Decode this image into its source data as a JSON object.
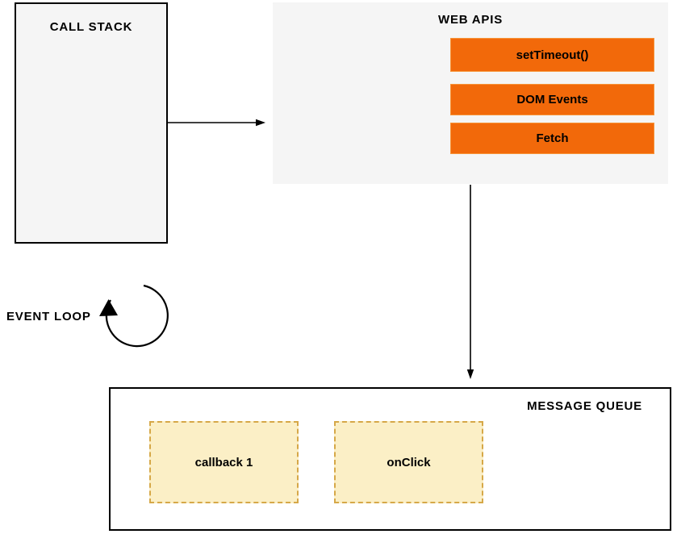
{
  "diagram": {
    "call_stack": {
      "title": "CALL STACK"
    },
    "web_apis": {
      "title": "WEB APIS",
      "items": [
        {
          "label": "setTimeout()"
        },
        {
          "label": "DOM Events"
        },
        {
          "label": "Fetch"
        }
      ]
    },
    "event_loop": {
      "label": "EVENT LOOP"
    },
    "message_queue": {
      "title": "MESSAGE QUEUE",
      "items": [
        {
          "label": "callback 1"
        },
        {
          "label": "onClick"
        }
      ]
    },
    "icons": [
      {
        "name": "right-arrow",
        "meaning": "call stack to web apis flow"
      },
      {
        "name": "down-arrow",
        "meaning": "web apis to message queue flow"
      },
      {
        "name": "circular-arrow",
        "meaning": "event loop cycle"
      }
    ]
  },
  "colors": {
    "api-fill": "#F2690A",
    "api-stroke": "#F79438",
    "panel-fill": "#F5F5F5",
    "queue-item-fill": "#FBEFC6",
    "queue-item-stroke": "#D6A848",
    "line": "#000000",
    "text": "#000000"
  }
}
